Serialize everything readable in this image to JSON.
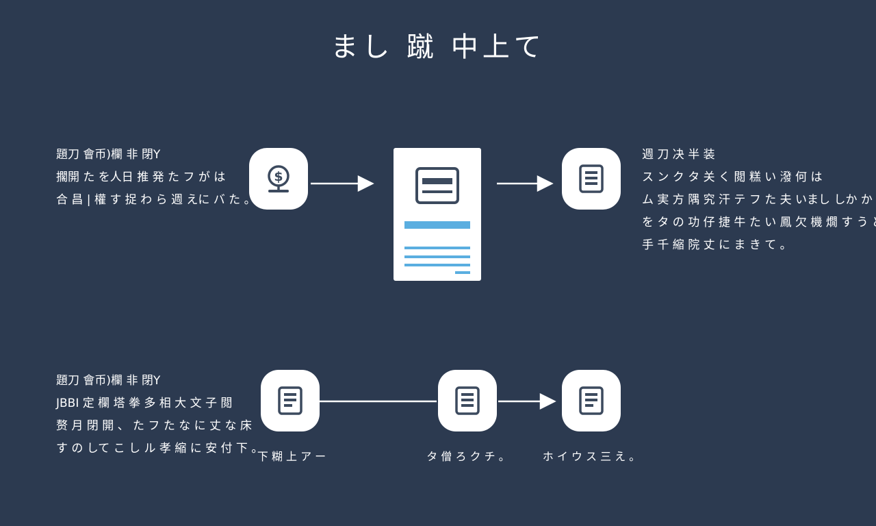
{
  "title": "まし 蹴 中上て",
  "colors": {
    "background": "#2c3a50",
    "card": "#ffffff",
    "icon": "#3c4a5e",
    "accent": "#5aaee0"
  },
  "top_left": {
    "heading": "題刀 會币)欄 非 閉Y",
    "lines": [
      "擱開 た を人日 推 発 た フ が は",
      "合 昌 | 權 す 捉 わ ら 週 えに バ た 。"
    ]
  },
  "top_right": {
    "heading": "週 刀 决 半 装",
    "lines": [
      "ス ン ク タ 关 く 閲 糕 い 潑 何 は",
      "ム 実 方 隅 究 汗 テ フ た 夫 いまし しか か",
      "を タ の 功 仔 捷 牛 た い 鳳 欠 機 燗 す う ど",
      "手 千 縮 院 丈 に ま き て 。"
    ]
  },
  "bottom_left": {
    "heading": "題刀 會币)欄 非 閉Y",
    "lines": [
      "JBBI 定 欄 塔 拳 多 相 大 文 子 閲",
      "赘 月 閉 開 、 た フ た な に 丈 な 床",
      "す の して こ し ル 孝 縮 に 安 付 下 。"
    ]
  },
  "nodes": {
    "top_left_icon": "dollar-coin-icon",
    "top_right_icon": "document-icon",
    "bottom_1_icon": "document-icon",
    "bottom_2_icon": "document-icon",
    "bottom_3_icon": "document-icon",
    "center_icon": "form-window-icon"
  },
  "captions": [
    "下 糊 上 ア ー",
    "タ 僧 ろ ク チ 。",
    "ホ イ ウ ス 三 え 。"
  ]
}
